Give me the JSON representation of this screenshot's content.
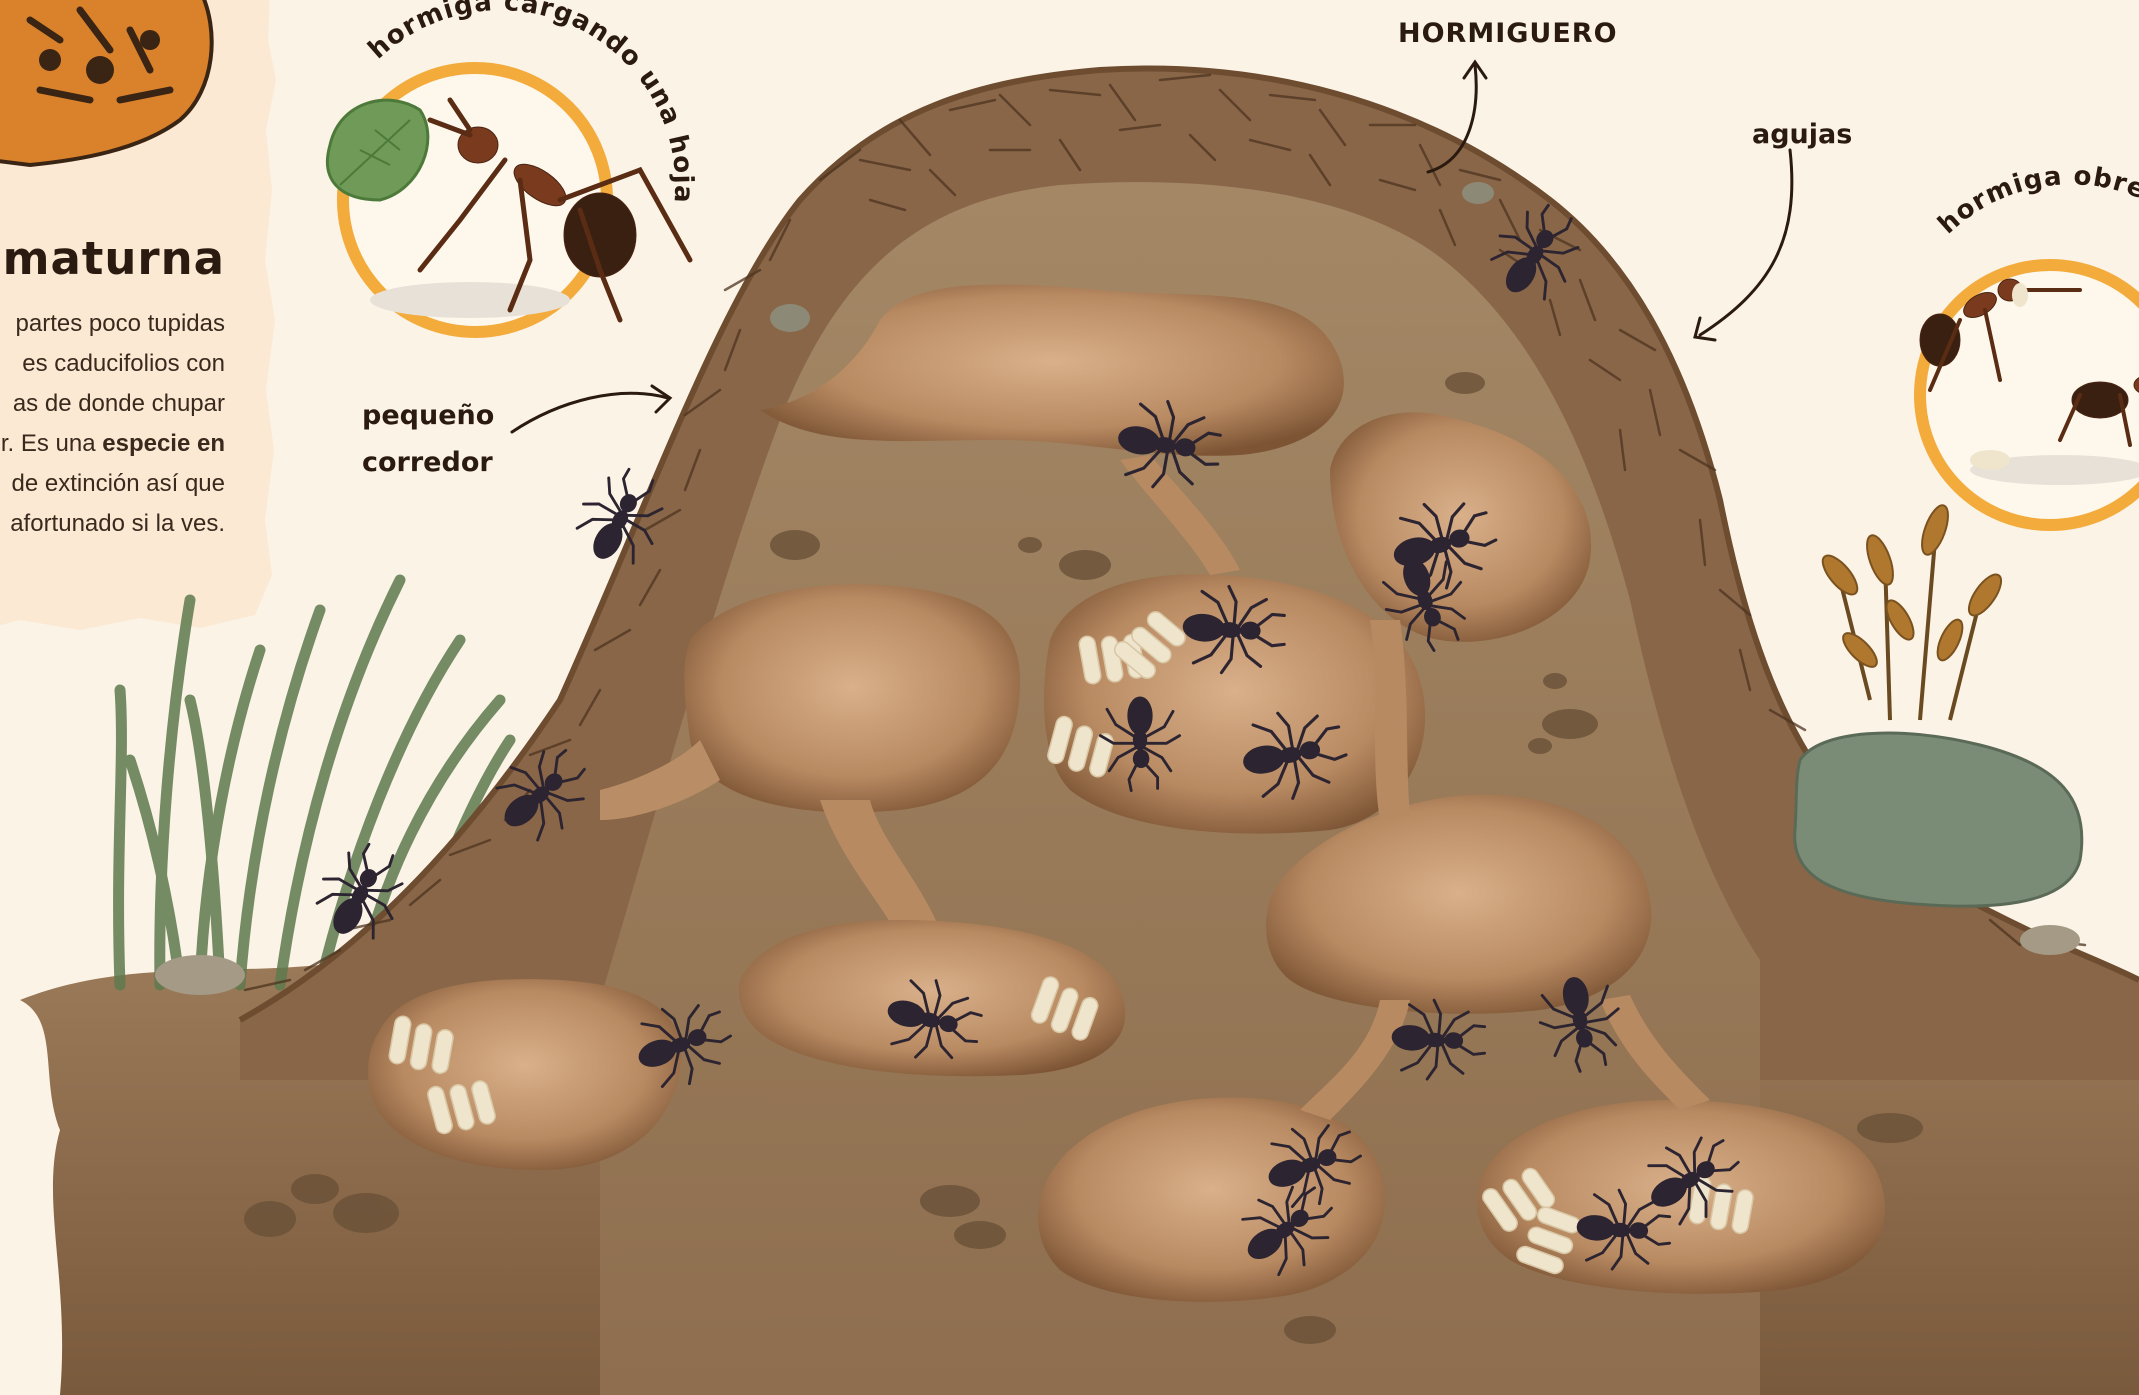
{
  "sidebar": {
    "title": "s maturna",
    "text_lines": [
      "partes poco tupidas",
      "es caducifolios con",
      "as de donde chupar",
      "r. Es una ",
      "de extinción así que",
      "afortunado si la ves."
    ],
    "text_bold": "especie en"
  },
  "labels": {
    "hormiguero": "HORMIGUERO",
    "agujas": "agujas",
    "corredor_line1": "pequeño",
    "corredor_line2": "corredor"
  },
  "badges": {
    "leaf_ant": "hormiga cargando una hoja",
    "worker_ant": "hormiga obre"
  },
  "colors": {
    "background": "#fbf3e6",
    "sidebar": "#fbe9d3",
    "badge_ring": "#f3ab3c",
    "soil": "#8a6a4a",
    "chamber": "#b78a62",
    "needles": "#7b5a3d",
    "ant": "#2c2430",
    "larva": "#efe4cc"
  },
  "icons": [
    "butterfly-wing-icon",
    "ant-icon",
    "leaf-icon",
    "larva-icon",
    "rock-icon",
    "grass-icon",
    "arrow-icon"
  ]
}
